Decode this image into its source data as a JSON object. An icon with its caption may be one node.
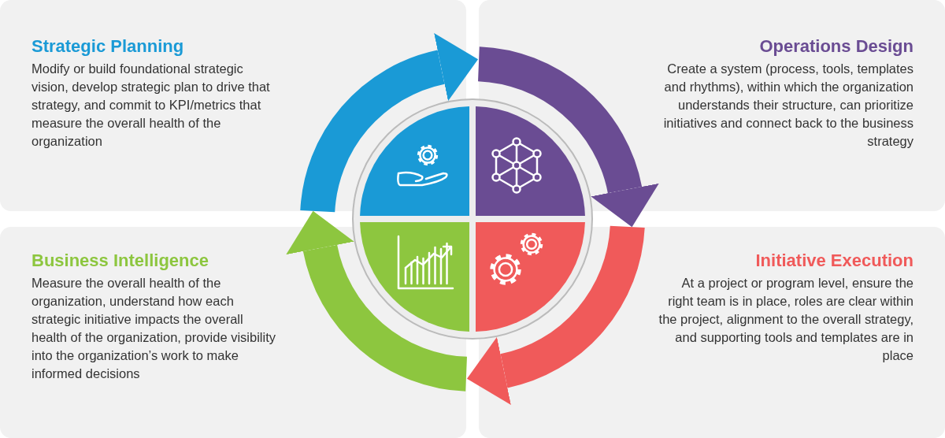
{
  "diagram": {
    "nodes": [
      {
        "text": [
          "Strategic Planning",
          "Modify or build foundational strategic vision, develop strategic plan to drive that strategy, and commit to KPI/metrics that measure the overall health of the organization"
        ]
      },
      {
        "text": [
          "Operations Design",
          "Create a system (process, tools, templates and rhythms), within which the organization understands  their structure, can prioritize initiatives and connect back to the business strategy"
        ]
      },
      {
        "text": [
          "Business Intelligence",
          "Measure the overall health of the organization, understand how each strategic initiative impacts the overall health of the organization, provide visibility into the organization’s work to make informed decisions"
        ]
      },
      {
        "text": [
          "Initiative Execution",
          "At a project or program level, ensure the right team is in place, roles are clear within the project, alignment to the overall strategy, and supporting tools and templates are in place"
        ]
      }
    ],
    "edges": [
      {
        "from": 0,
        "to": 1,
        "arrow": "to",
        "color": "#1a9ad6"
      },
      {
        "from": 1,
        "to": 3,
        "arrow": "to",
        "color": "#6a4c93"
      },
      {
        "from": 3,
        "to": 2,
        "arrow": "to",
        "color": "#f05a5a"
      },
      {
        "from": 2,
        "to": 0,
        "arrow": "to",
        "color": "#8dc63f"
      }
    ]
  }
}
